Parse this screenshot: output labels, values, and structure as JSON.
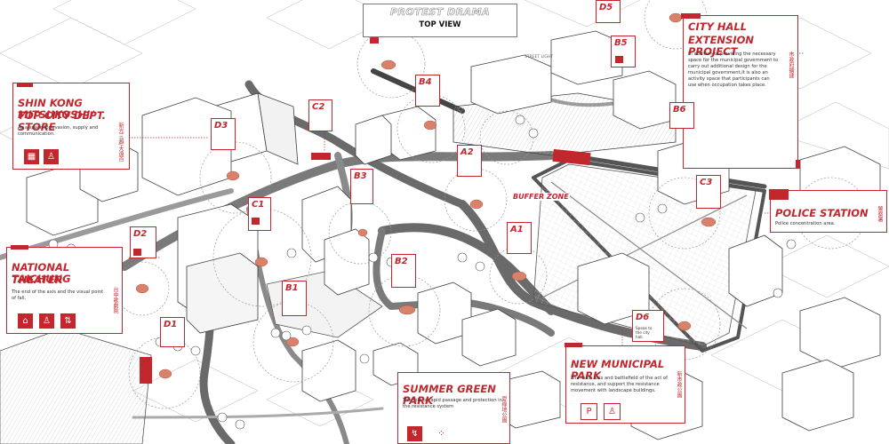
{
  "header": {
    "title": "PROTEST DRAMA",
    "subtitle": "TOP VIEW"
  },
  "panels": {
    "shin_kong": {
      "title_line1": "SHIN KONG MITSUKOSHI/",
      "title_line2": "TOP CITY DEPT. STORE",
      "desc_line1": "As a space for evasion, supply and",
      "desc_line2": "communication.",
      "cjk": "新光三越/大遠百"
    },
    "national_theater": {
      "title_line1": "NATIONAL TAICHUNG",
      "title_line2": "THEATER",
      "desc_line1": "The end of the axis and the visual point",
      "desc_line2": "of fall.",
      "cjk": "台中歌劇院"
    },
    "city_hall": {
      "title_line1": "CITY HALL",
      "title_line2": "EXTENSION PROJECT",
      "desc_line1": "In addition to providing the necessary",
      "desc_line2": "space for the municipal government to",
      "desc_line3": "carry out additional design for the",
      "desc_line4": "municipal government,It is also an",
      "desc_line5": "activity space that participants can",
      "desc_line6": "use when occupation takes place.",
      "cjk": "市政府擴建"
    },
    "police": {
      "title": "POLICE STATION",
      "desc": "Police concentration area.",
      "cjk": "警察署"
    },
    "summer_green": {
      "title": "SUMMER GREEN PARK",
      "desc_line1": "The role of rapid passage and protection in",
      "desc_line2": "the resistance system",
      "cjk": "夏綠地公園"
    },
    "new_municipal": {
      "title": "NEW MUNICIPAL PARK",
      "desc_line1": "The main axis and battlefield of the act of",
      "desc_line2": "resistance, and support the resistance",
      "desc_line3": "movement with landscape buildings.",
      "cjk": "新市政公園"
    }
  },
  "markers": {
    "A1": "A1",
    "A2": "A2",
    "B1": "B1",
    "B2": "B2",
    "B3": "B3",
    "B4": "B4",
    "B5": "B5",
    "B6": "B6",
    "C1": "C1",
    "C2": "C2",
    "C3": "C3",
    "D1": "D1",
    "D2": "D2",
    "D3": "D3",
    "D5": "D5",
    "D6": "D6"
  },
  "marker_notes": {
    "D6": "Speak to the city hall."
  },
  "zones": {
    "buffer": "BUFFER ZONE",
    "street_light": "STREET LIGHT"
  },
  "colors": {
    "accent": "#c1272d",
    "road": "#6a6a6a",
    "building_line": "#555555"
  },
  "icons": {
    "shin_kong": [
      "shop-icon",
      "org-chart-icon"
    ],
    "theater": [
      "building-icon",
      "people-icon",
      "exchange-icon"
    ],
    "summer_green": [
      "route-icon",
      "footsteps-icon"
    ],
    "new_municipal": [
      "parking-icon",
      "people-icon"
    ]
  }
}
